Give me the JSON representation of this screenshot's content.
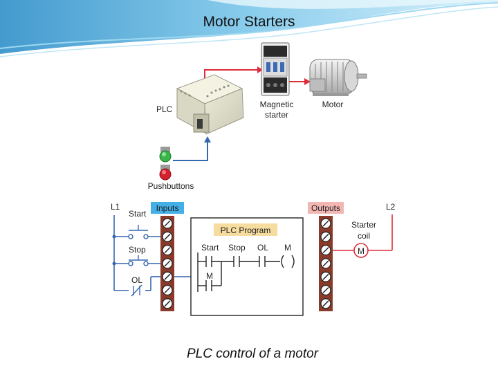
{
  "slide": {
    "title": "Motor Starters",
    "caption": "PLC control of a motor"
  },
  "top_diagram": {
    "plc_label": "PLC",
    "starter_label_line1": "Magnetic",
    "starter_label_line2": "starter",
    "motor_label": "Motor",
    "pushbuttons_label": "Pushbuttons"
  },
  "ladder": {
    "l1_label": "L1",
    "l2_label": "L2",
    "inputs_label": "Inputs",
    "outputs_label": "Outputs",
    "start_label": "Start",
    "stop_label": "Stop",
    "ol_label": "OL",
    "program_label": "PLC Program",
    "program_contacts": [
      "Start",
      "Stop",
      "OL",
      "M"
    ],
    "seal_label": "M",
    "coil_label_line1": "Starter",
    "coil_label_line2": "coil",
    "coil_symbol": "M"
  },
  "colors": {
    "red_wire": "#e02b3a",
    "blue_wire": "#3566b0",
    "inputs_badge": "#44aee6",
    "outputs_badge": "#f2b7b3",
    "program_badge": "#f7dca0",
    "terminal_strip": "#8b3a2a"
  }
}
